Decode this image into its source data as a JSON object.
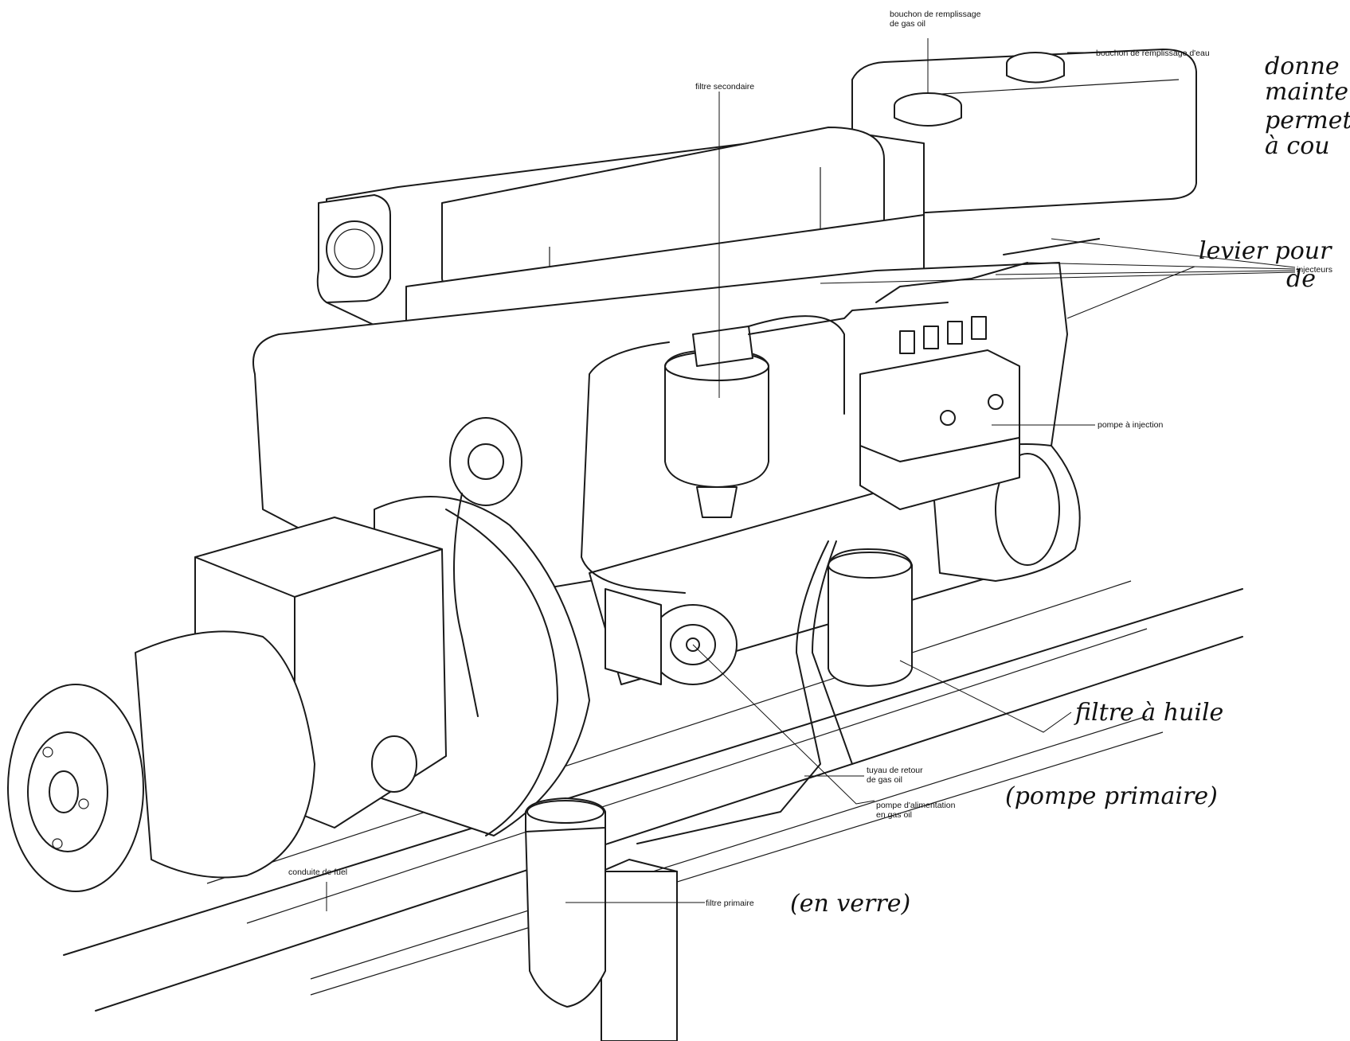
{
  "labels": {
    "bouchon_gas_oil": "bouchon de remplissage\nde gas oil",
    "bouchon_eau": "bouchon de remplissage d'eau",
    "filtre_secondaire": "filtre secondaire",
    "injecteurs": "injecteurs",
    "pompe_injection": "pompe à injection",
    "tuyau_retour": "tuyau de retour\nde gas oil",
    "pompe_alimentation": "pompe d'alimentation\nen gas oil",
    "conduite_fuel": "conduite de fuel",
    "filtre_primaire": "filtre primaire"
  },
  "handwritten": {
    "donne": "donne",
    "maint": "mainte",
    "permet": "permet",
    "a_cou": "à cou",
    "levier": "levier pour",
    "de": "de",
    "filtre_huile": "filtre à huile",
    "pompe_primaire": "(pompe primaire)",
    "en_verre": "(en verre)"
  }
}
